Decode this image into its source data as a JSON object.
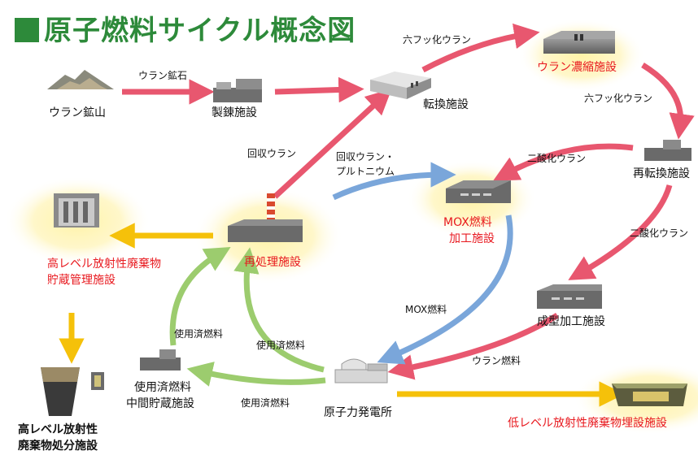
{
  "title": "原子燃料サイクル概念図",
  "colors": {
    "red": "#e8576f",
    "blue": "#7aa6da",
    "green": "#9ccc6e",
    "yellow": "#f5c10a",
    "title": "#2d8a3a",
    "highlight_text": "#e8191f"
  },
  "nodes": {
    "mine": "ウラン鉱山",
    "refinery": "製錬施設",
    "conversion": "転換施設",
    "enrichment": "ウラン濃縮施設",
    "reconversion": "再転換施設",
    "mox_fab_1": "MOX燃料",
    "mox_fab_2": "加工施設",
    "fabrication": "成型加工施設",
    "reprocessing": "再処理施設",
    "hlw_storage_1": "高レベル放射性廃棄物",
    "hlw_storage_2": "貯蔵管理施設",
    "hlw_disposal_1": "高レベル放射性",
    "hlw_disposal_2": "廃棄物処分施設",
    "interim_1": "使用済燃料",
    "interim_2": "中間貯蔵施設",
    "plant": "原子力発電所",
    "llw": "低レベル放射性廃棄物埋設施設"
  },
  "edges": {
    "uranium_ore": "ウラン鉱石",
    "uf6_1": "六フッ化ウラン",
    "uf6_2": "六フッ化ウラン",
    "uo2_1": "二酸化ウラン",
    "uo2_2": "二酸化ウラン",
    "recovered_u": "回収ウラン",
    "recovered_upu_1": "回収ウラン・",
    "recovered_upu_2": "プルトニウム",
    "mox_fuel": "MOX燃料",
    "uranium_fuel": "ウラン燃料",
    "spent_1": "使用済燃料",
    "spent_2": "使用済燃料",
    "spent_3": "使用済燃料"
  }
}
